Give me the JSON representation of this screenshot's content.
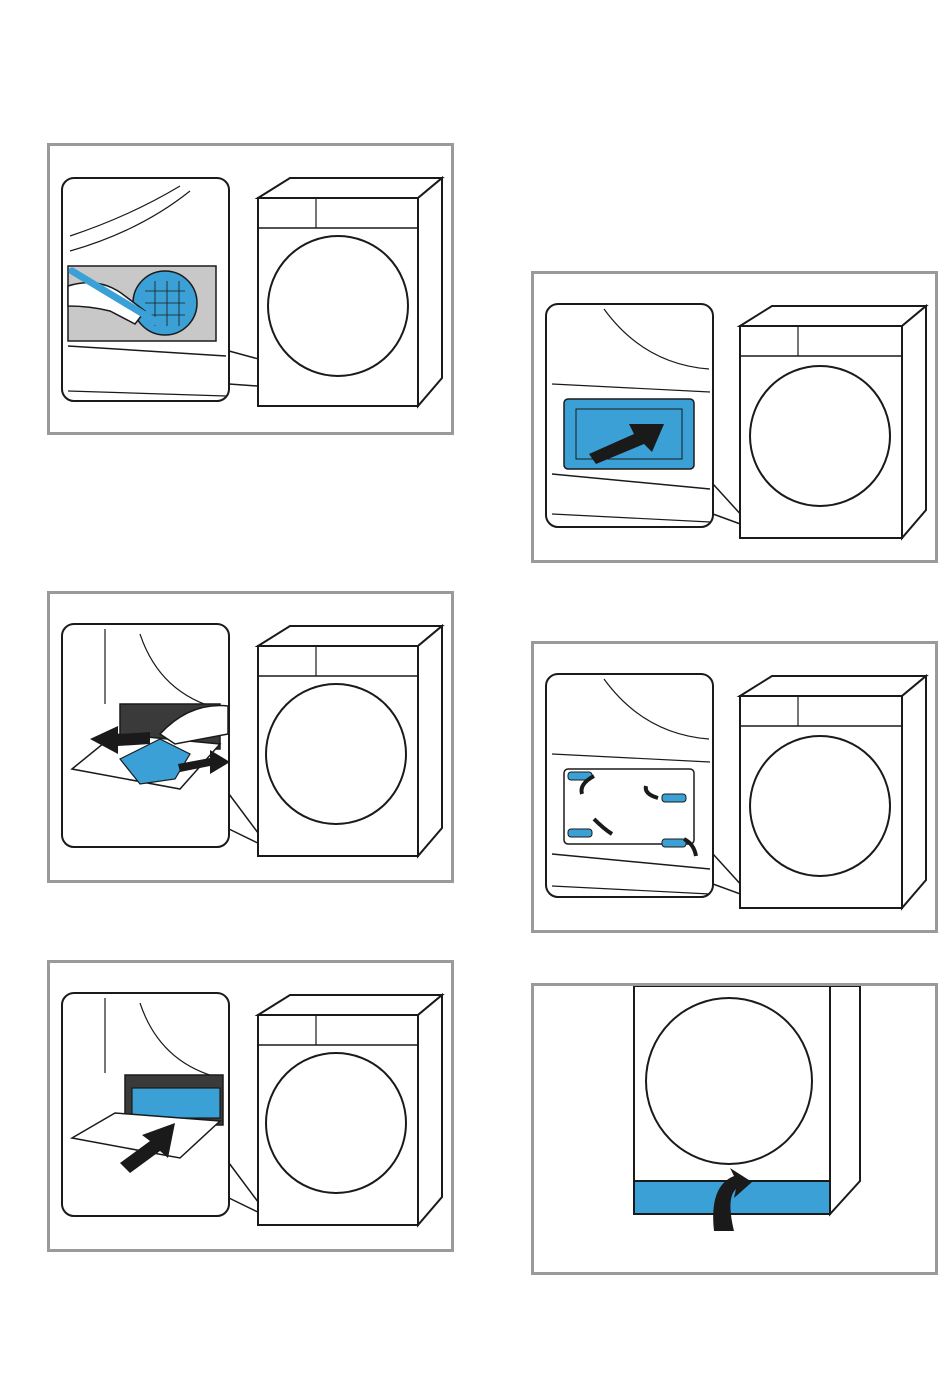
{
  "colors": {
    "accent_blue": "#3aa0d5",
    "frame_grey": "#9a9a9a",
    "line_black": "#1a1a1a",
    "door_grey": "#c8c8c8"
  },
  "panels": [
    {
      "id": "clean-filter-brush",
      "icons": [
        "dryer-icon",
        "brush-icon",
        "hand-icon",
        "filter-icon"
      ]
    },
    {
      "id": "remove-filter-cover",
      "icons": [
        "dryer-icon",
        "hand-icon",
        "arrow-icon",
        "cover-icon"
      ]
    },
    {
      "id": "insert-filter-cover",
      "icons": [
        "dryer-icon",
        "arrow-icon",
        "cover-icon"
      ]
    },
    {
      "id": "insert-seal-plate",
      "icons": [
        "dryer-icon",
        "arrow-icon",
        "plate-icon"
      ]
    },
    {
      "id": "lock-levers",
      "icons": [
        "dryer-icon",
        "arrow-icon",
        "lever-icon"
      ]
    },
    {
      "id": "close-flap",
      "icons": [
        "dryer-icon",
        "arrow-icon",
        "flap-icon"
      ]
    }
  ]
}
